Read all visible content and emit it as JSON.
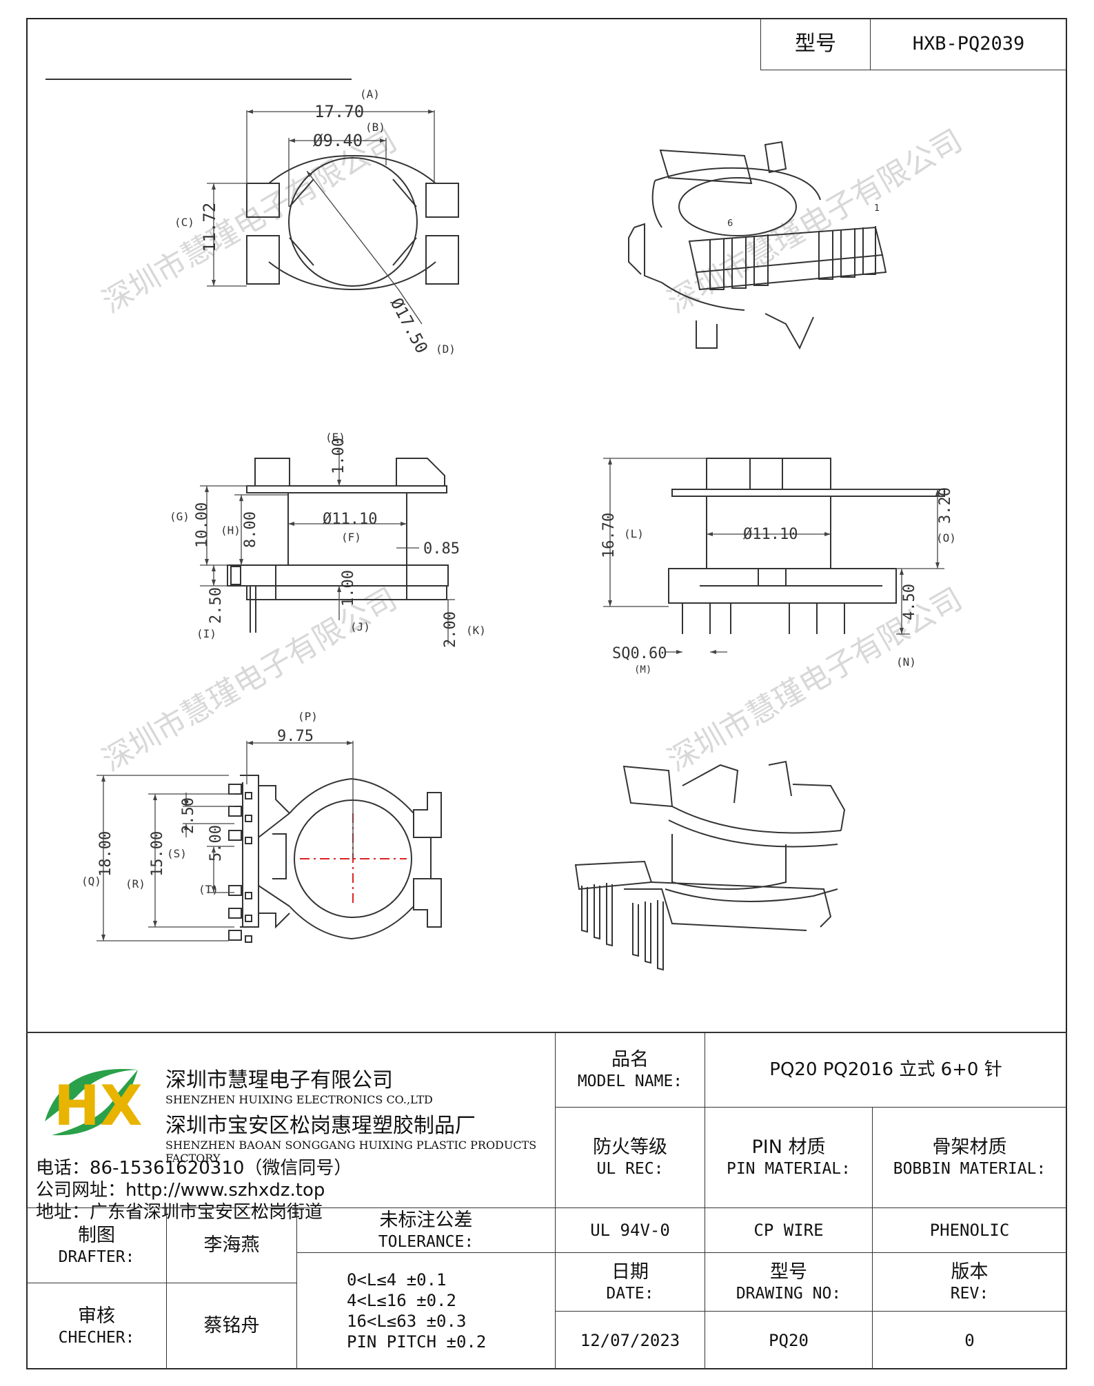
{
  "header": {
    "model_label": "型号",
    "model_value": "HXB-PQ2039"
  },
  "dims": {
    "A": "(A)",
    "A_val": "17.70",
    "B": "(B)",
    "B_val": "Ø9.40",
    "C": "(C)",
    "C_val": "11.72",
    "D": "(D)",
    "D_val": "Ø17.50",
    "E": "(E)",
    "E_val": "1.00",
    "F": "(F)",
    "F_val": "Ø11.10",
    "G": "(G)",
    "G_val": "10.00",
    "H": "(H)",
    "H_val": "8.00",
    "I": "(I)",
    "I_val": "2.50",
    "J": "(J)",
    "J_val": "1.00",
    "K": "(K)",
    "K_val": "2.00",
    "t_val": "0.85",
    "L": "(L)",
    "L_val": "16.70",
    "O": "(O)",
    "O_val": "3.20",
    "F2_val": "Ø11.10",
    "N": "(N)",
    "N_val": "4.50",
    "M": "(M)",
    "M_val": "SQ0.60",
    "P": "(P)",
    "P_val": "9.75",
    "Q": "(Q)",
    "Q_val": "18.00",
    "R": "(R)",
    "R_val": "15.00",
    "S": "(S)",
    "S_val": "2.50",
    "T": "(T)",
    "T_val": "5.00",
    "pin6": "6",
    "pin1": "1"
  },
  "watermark": "深圳市慧瑾电子有限公司",
  "company": {
    "logo_text": "HX",
    "name_cn": "深圳市慧瑆电子有限公司",
    "name_en": "SHENZHEN HUIXING ELECTRONICS CO.,LTD",
    "factory_cn": "深圳市宝安区松岗惠瑆塑胶制品厂",
    "factory_en": "SHENZHEN BAOAN SONGGANG HUIXING PLASTIC PRODUCTS FACTORY",
    "phone": "电话：86-15361620310（微信同号）",
    "website": "公司网址：http://www.szhxdz.top",
    "address": "地址：广东省深圳市宝安区松岗街道"
  },
  "title_block": {
    "model_name_cn": "品名",
    "model_name_en": "MODEL NAME:",
    "model_name_value": "PQ20 PQ2016 立式 6+0 针",
    "fire_cn": "防火等级",
    "fire_en": "UL REC:",
    "pin_cn": "PIN 材质",
    "pin_en": "PIN MATERIAL:",
    "bobbin_cn": "骨架材质",
    "bobbin_en": "BOBBIN MATERIAL:",
    "fire_value": "UL 94V-0",
    "pin_value": "CP WIRE",
    "bobbin_value": "PHENOLIC",
    "drafter_cn": "制图",
    "drafter_en": "DRAFTER:",
    "drafter_name": "李海燕",
    "checker_cn": "审核",
    "checker_en": "CHECHER:",
    "checker_name": "蔡铭舟",
    "tolerance_cn": "未标注公差",
    "tolerance_en": "TOLERANCE:",
    "tolerance_lines": [
      "0<L≤4  ±0.1",
      "4<L≤16  ±0.2",
      "16<L≤63  ±0.3",
      "PIN PITCH  ±0.2"
    ],
    "date_cn": "日期",
    "date_en": "DATE:",
    "date_value": "12/07/2023",
    "drawing_cn": "型号",
    "drawing_en": "DRAWING NO:",
    "drawing_value": "PQ20",
    "rev_cn": "版本",
    "rev_en": "REV:",
    "rev_value": "0"
  }
}
